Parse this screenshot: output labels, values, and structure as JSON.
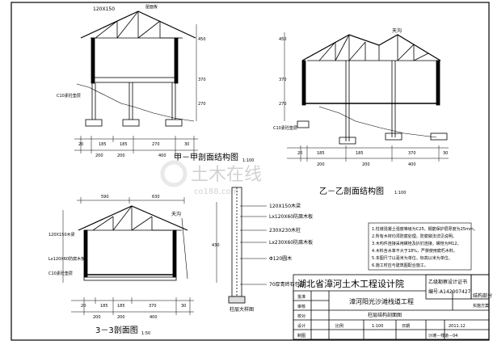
{
  "drawings": {
    "jia": {
      "title": "甲－甲剖面结构图",
      "scale": "1:100",
      "dims_row1": [
        "20",
        "185",
        "185",
        "270",
        "30"
      ],
      "dims_row2": [
        "200",
        "200",
        "400"
      ],
      "labels": [
        "120X150",
        "屋面板",
        "C10素砼垫层"
      ],
      "elev": [
        "450",
        "370",
        "270"
      ]
    },
    "yi": {
      "title": "乙－乙剖面结构图",
      "scale": "1:100",
      "dims_row1": [
        "20",
        "185",
        "185",
        "370",
        "30"
      ],
      "dims_row2": [
        "200",
        "200",
        "400"
      ],
      "labels": [
        "天沟",
        "C10素砼垫层"
      ],
      "elev": [
        "450",
        "370",
        "270"
      ]
    },
    "sec33": {
      "title": "3－3剖面图",
      "scale": "1:50",
      "top_dims": [
        "590",
        "630"
      ],
      "labels": [
        "天沟",
        "120X150木梁",
        "Lx120X60防腐木板",
        "C10素砼垫层"
      ],
      "dims_row1": [
        "20",
        "185",
        "185",
        "370",
        "30"
      ],
      "dims_row2": [
        "200",
        "200",
        "400"
      ]
    },
    "column": {
      "title": "柱层大样图",
      "callouts": [
        "120X150木梁",
        "Lx120X60防腐木板",
        "230X230木柱",
        "Lx230X60防腐木板",
        "Φ120圆木",
        "70厚青砖石包边"
      ],
      "dim": "430"
    }
  },
  "notes": [
    "1.柱墩混凝土强度等级为C25，钢筋保护层厚度为25mm。",
    "2.所有木材均须防腐处理，防腐做法详见说明。",
    "3.木构件连接采用螺栓及扒钉连接，螺栓为M12。",
    "4.木料含水率不大于18%，严禁使用腐朽木料。",
    "5.本图尺寸以毫米为单位，标高以米为单位。",
    "6.施工时应与建筑图配合施工。"
  ],
  "certificate": {
    "heading": "乙级勘察设计证书",
    "number": "编号:A142007427"
  },
  "dept": {
    "name": "结构部分",
    "sub": "实施方案"
  },
  "title_block": {
    "institute": "湖北省漳河土木工程设计院",
    "project": "漳河阳光沙滩栈道工程",
    "drawing_name": "柱层结构剖面图",
    "rows": [
      "批准",
      "审核",
      "校对",
      "设计",
      "制图"
    ],
    "scale_label": "比例",
    "scale_value": "1:100",
    "date_label": "日期",
    "date_value": "2011.12",
    "sheet_no": "沙滩－栈道－04"
  },
  "watermark": {
    "main": "土木在线",
    "sub": "co188.com"
  }
}
